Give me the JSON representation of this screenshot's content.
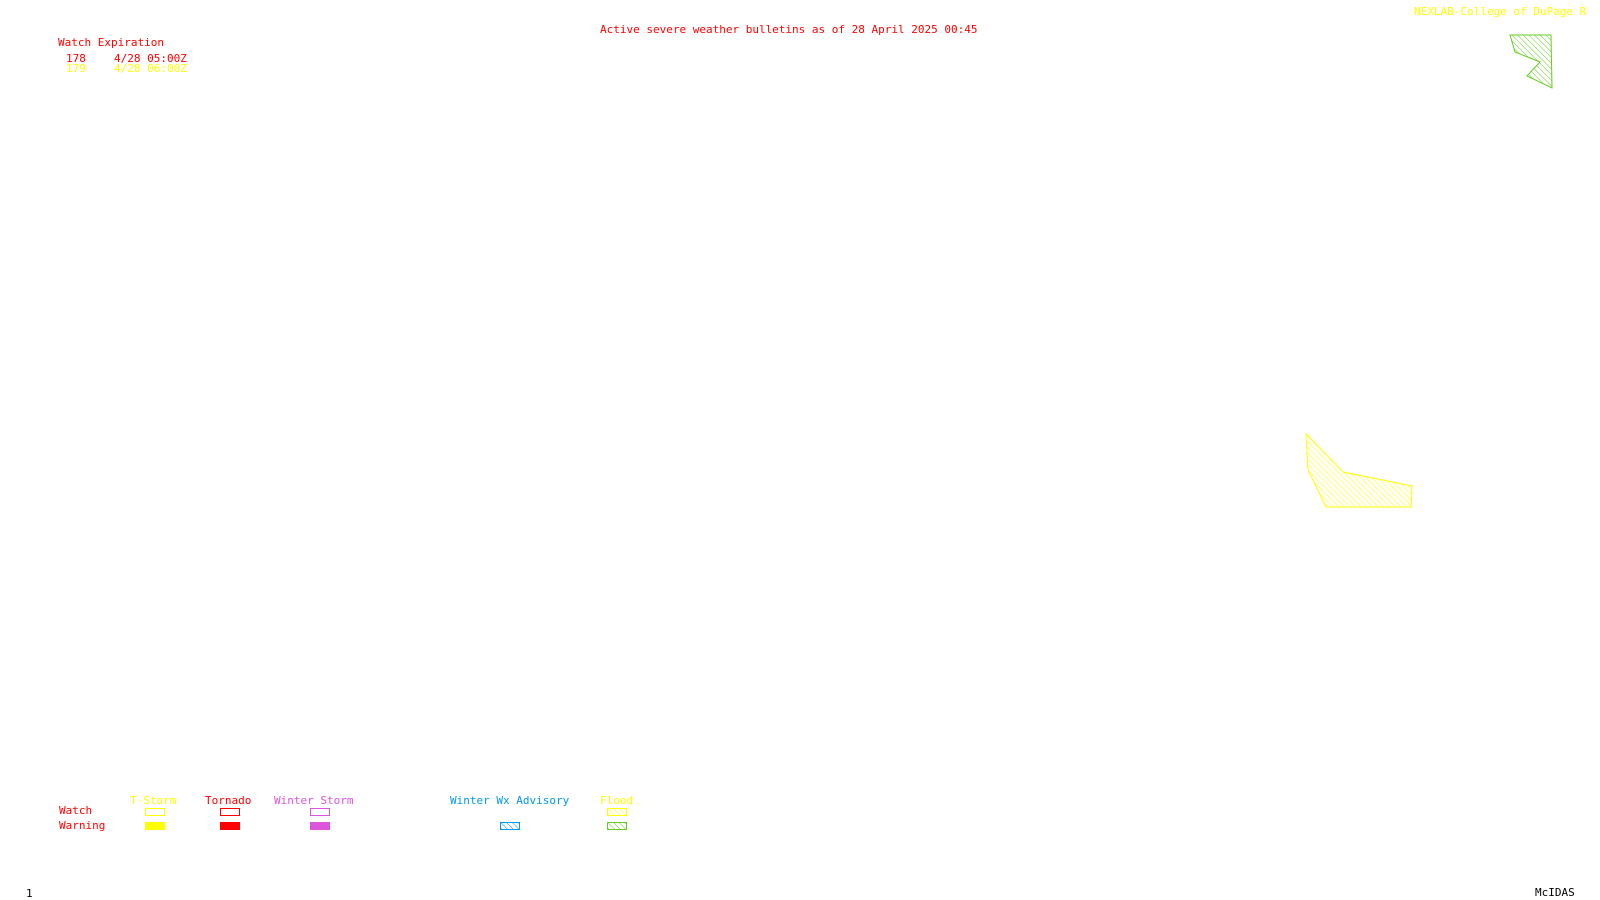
{
  "header": {
    "title": "Active severe weather bulletins as of 28 April 2025 00:45",
    "credit": "NEXLAB-College of DuPage R"
  },
  "watch_table": {
    "heading": "Watch Expiration",
    "rows": [
      {
        "id": "178",
        "expires": "4/28 05:00Z",
        "color": "#ff0000"
      },
      {
        "id": "179",
        "expires": "4/28 06:00Z",
        "color": "#ffff00"
      }
    ]
  },
  "legend": {
    "row_labels": {
      "watch": "Watch",
      "warning": "Warning"
    },
    "categories": [
      {
        "key": "tstorm",
        "label": "T-Storm",
        "color": "#ffff00",
        "watch_style": "outline",
        "warning_style": "solid"
      },
      {
        "key": "tornado",
        "label": "Tornado",
        "color": "#ff0000",
        "watch_style": "outline",
        "warning_style": "solid"
      },
      {
        "key": "winter_storm",
        "label": "Winter Storm",
        "color": "#dd55dd",
        "watch_style": "outline",
        "warning_style": "solid"
      },
      {
        "key": "winter_wx_advisory",
        "label": "Winter Wx Advisory",
        "color": "#0099ee",
        "warning_style": "hatched"
      },
      {
        "key": "flood",
        "label": "Flood",
        "watch_color": "#ffff00",
        "warning_color": "#66cc22",
        "watch_style": "hatched",
        "warning_style": "hatched"
      }
    ]
  },
  "map": {
    "alerts": [
      {
        "type": "flood-warning",
        "color": "#66cc22",
        "style": "hatched"
      },
      {
        "type": "flood-watch",
        "color": "#ffff00",
        "style": "hatched"
      }
    ]
  },
  "footer": {
    "frame_number": "1",
    "software": "McIDAS"
  }
}
